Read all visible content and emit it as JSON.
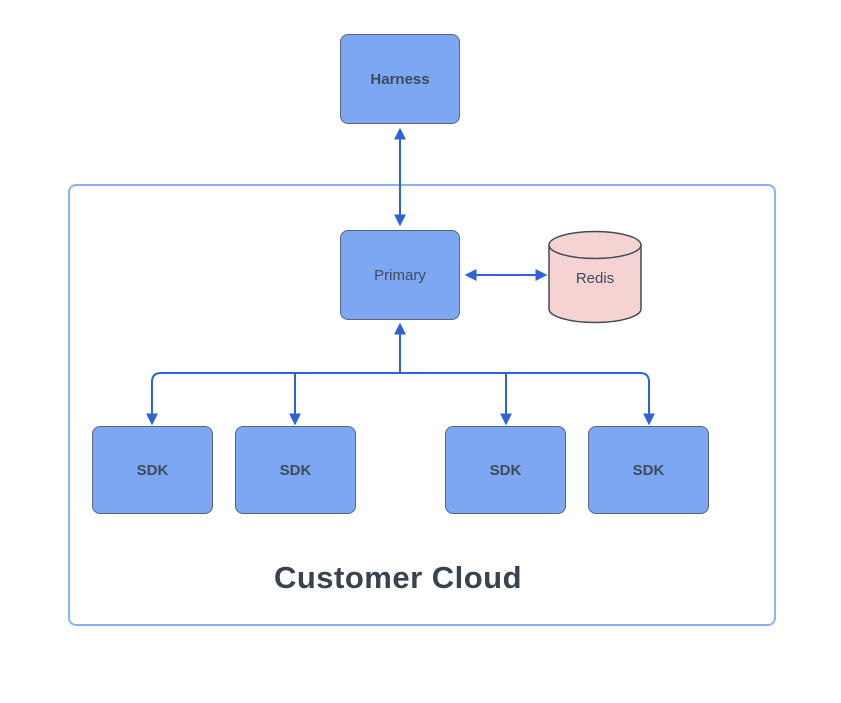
{
  "diagram": {
    "nodes": {
      "harness": "Harness",
      "primary": "Primary",
      "redis": "Redis",
      "sdks": [
        "SDK",
        "SDK",
        "SDK",
        "SDK"
      ]
    },
    "container_label": "Customer Cloud",
    "edges": [
      {
        "from": "Harness",
        "to": "Primary",
        "arrows": "both",
        "shape": "straight-vertical"
      },
      {
        "from": "Primary",
        "to": "Redis",
        "arrows": "both",
        "shape": "straight-horizontal"
      },
      {
        "from": "Primary",
        "to": "SDK-1",
        "arrows": "up-into-primary-and-down-into-sdk",
        "shape": "orthogonal-tree"
      },
      {
        "from": "Primary",
        "to": "SDK-2",
        "arrows": "down-into-sdk",
        "shape": "orthogonal-tree"
      },
      {
        "from": "Primary",
        "to": "SDK-3",
        "arrows": "down-into-sdk",
        "shape": "orthogonal-tree"
      },
      {
        "from": "Primary",
        "to": "SDK-4",
        "arrows": "down-into-sdk",
        "shape": "orthogonal-tree"
      }
    ],
    "colors": {
      "node_fill": "#7da7f2",
      "node_border": "#5c6577",
      "redis_fill": "#f6d3d3",
      "redis_border": "#414a57",
      "connector": "#2b64d9",
      "container_border": "#8cb3f8",
      "label_text": "#3f4a59",
      "heading_text": "#39424f",
      "canvas_background": "#ffffff"
    }
  }
}
